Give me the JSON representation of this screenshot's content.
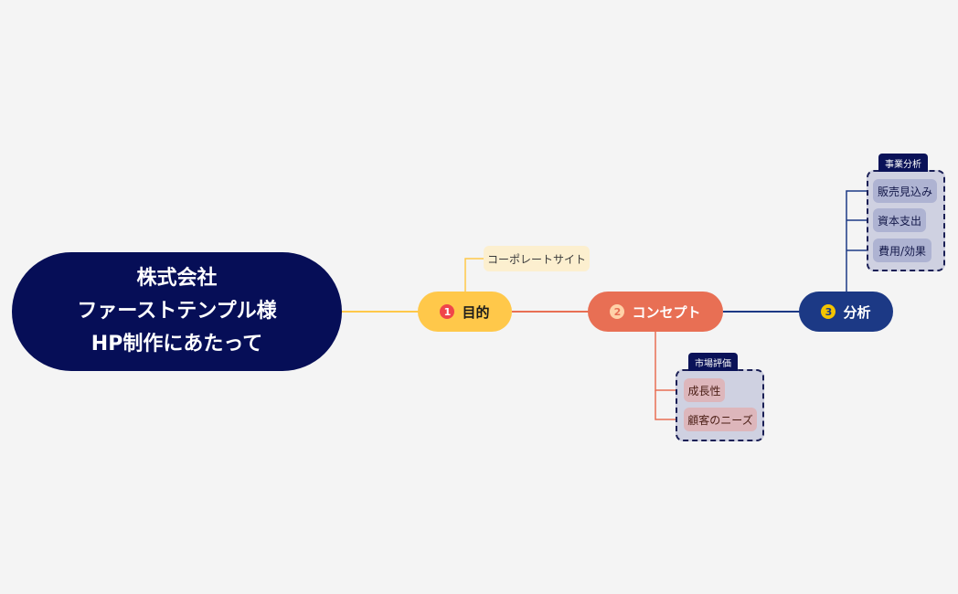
{
  "central": {
    "line1": "株式会社",
    "line2": "ファーストテンプル様",
    "line3": "HP制作にあたって"
  },
  "topics": [
    {
      "number": "1",
      "label": "目的",
      "color": "#ffc84a"
    },
    {
      "number": "2",
      "label": "コンセプト",
      "color": "#e86f54"
    },
    {
      "number": "3",
      "label": "分析",
      "color": "#1c3985"
    }
  ],
  "subtopics": {
    "purpose": [
      "コーポレートサイト"
    ],
    "concept_group": {
      "label": "市場評価",
      "items": [
        "成長性",
        "顧客のニーズ"
      ]
    },
    "analysis_group": {
      "label": "事業分析",
      "items": [
        "販売見込み",
        "資本支出",
        "費用/効果"
      ]
    }
  },
  "colors": {
    "background": "#f4f4f4",
    "central": "#060e57",
    "branch_yellow": "#ffc84a",
    "branch_orange": "#e86f54",
    "branch_navy": "#1c3985"
  }
}
